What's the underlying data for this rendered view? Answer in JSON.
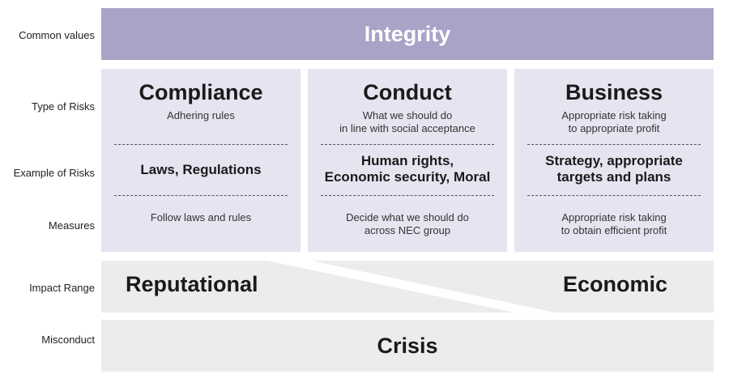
{
  "row_labels": {
    "common_values": "Common values",
    "type_of_risks": "Type of Risks",
    "example_of_risks": "Example of Risks",
    "measures": "Measures",
    "impact_range": "Impact Range",
    "misconduct": "Misconduct"
  },
  "integrity": "Integrity",
  "columns": [
    {
      "title": "Compliance",
      "subtitle": "Adhering rules",
      "example": "Laws, Regulations",
      "measure": "Follow laws and rules"
    },
    {
      "title": "Conduct",
      "subtitle": "What we should do\nin line with social acceptance",
      "example": "Human rights,\nEconomic security, Moral",
      "measure": "Decide what we should do\nacross NEC group"
    },
    {
      "title": "Business",
      "subtitle": "Appropriate risk taking\nto appropriate profit",
      "example": "Strategy, appropriate\ntargets and plans",
      "measure": "Appropriate risk taking\nto obtain efficient profit"
    }
  ],
  "impact": {
    "reputational": "Reputational",
    "economic": "Economic"
  },
  "crisis": "Crisis",
  "colors": {
    "integrity_band": "#a9a3c8",
    "column_bg": "#e6e4f0",
    "gray_band": "#ececec"
  }
}
